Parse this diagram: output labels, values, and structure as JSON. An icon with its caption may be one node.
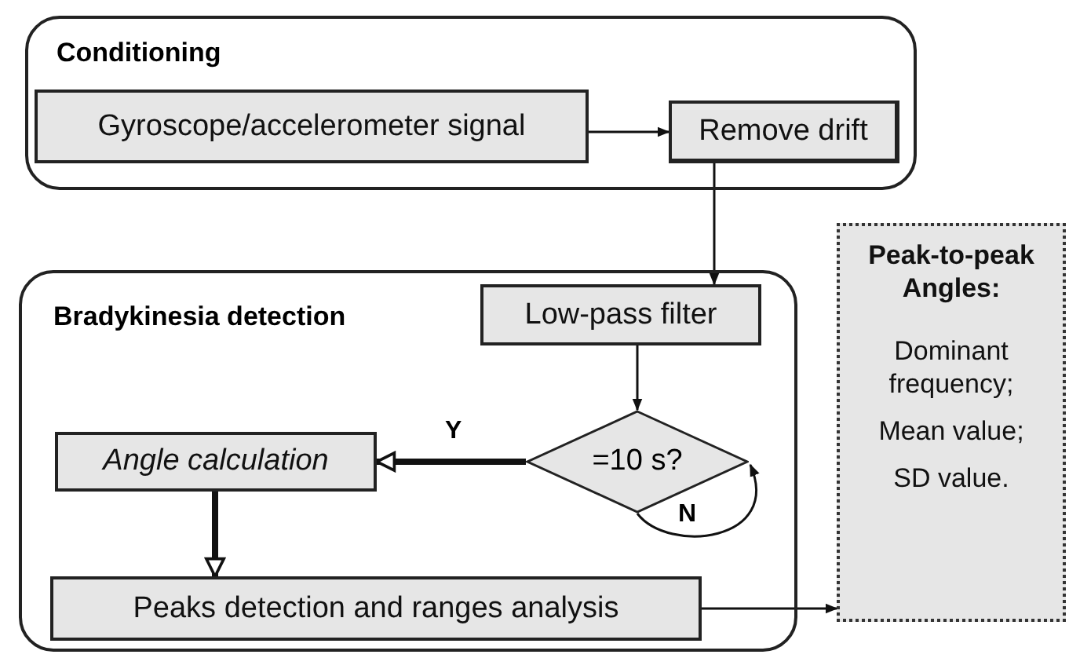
{
  "diagram": {
    "nodes": [
      {
        "text": [
          "Conditioning"
        ]
      },
      {
        "text": [
          "Gyroscope/accelerometer signal"
        ],
        "in": 0
      },
      {
        "text": [
          "Remove drift"
        ],
        "in": 0
      },
      {
        "text": [
          "Bradykinesia detection"
        ]
      },
      {
        "text": [
          "Low-pass filter"
        ],
        "in": 3
      },
      {
        "text": [
          "=10 s?"
        ],
        "in": 3
      },
      {
        "text": [
          "Angle calculation"
        ],
        "in": 3
      },
      {
        "text": [
          "Peaks detection and ranges analysis"
        ],
        "in": 3
      },
      {
        "text": [
          "Peak-to-peak Angles:",
          "Dominant frequency;",
          "Mean value;",
          "SD value."
        ]
      }
    ],
    "edges": [
      {
        "from": 1,
        "to": 2,
        "arrow": "to"
      },
      {
        "from": 2,
        "to": 4,
        "arrow": "to"
      },
      {
        "from": 4,
        "to": 5,
        "arrow": "to"
      },
      {
        "from": 5,
        "to": 6,
        "arrow": "to",
        "label": "Y",
        "style": "thick"
      },
      {
        "from": 5,
        "to": 5,
        "arrow": "to",
        "label": "N"
      },
      {
        "from": 6,
        "to": 7,
        "arrow": "to",
        "style": "thick"
      },
      {
        "from": 7,
        "to": 8,
        "arrow": "to"
      }
    ]
  }
}
